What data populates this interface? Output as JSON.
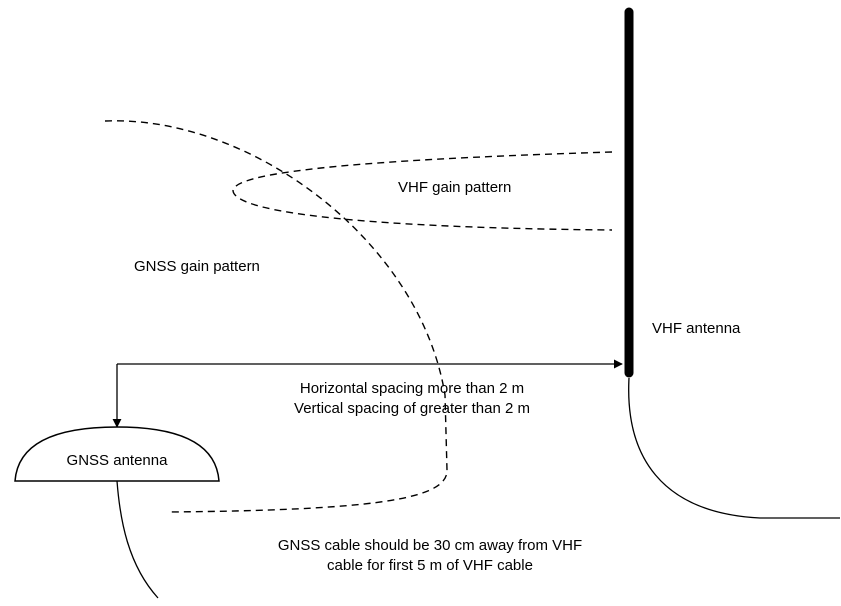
{
  "labels": {
    "vhf_gain_pattern": "VHF gain pattern",
    "gnss_gain_pattern": "GNSS gain pattern",
    "vhf_antenna": "VHF antenna",
    "gnss_antenna": "GNSS antenna",
    "spacing_horizontal": "Horizontal spacing more than 2 m",
    "spacing_vertical": "Vertical spacing of greater than 2 m",
    "cable_note_line1": "GNSS cable should be 30 cm away from VHF",
    "cable_note_line2": "cable for first 5 m of VHF cable"
  },
  "colors": {
    "stroke": "#000000",
    "background": "#ffffff"
  }
}
